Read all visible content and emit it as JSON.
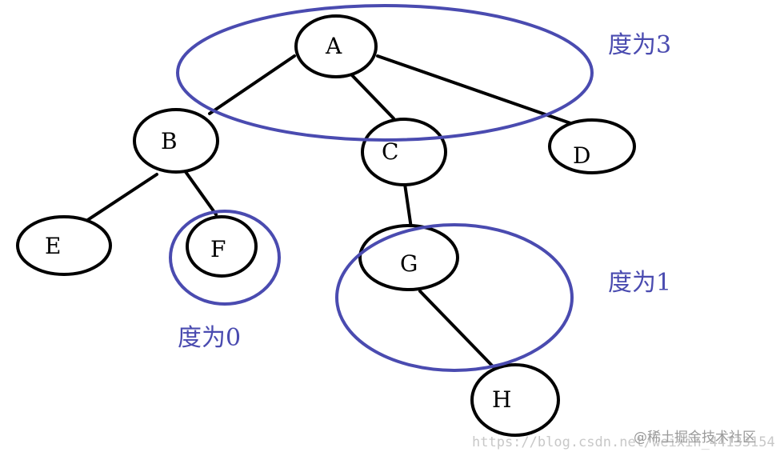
{
  "nodes": {
    "a": "A",
    "b": "B",
    "c": "C",
    "d": "D",
    "e": "E",
    "f": "F",
    "g": "G",
    "h": "H"
  },
  "annotations": {
    "degree3": "度为3",
    "degree1": "度为1",
    "degree0": "度为0"
  },
  "watermark": {
    "url": "https://blog.csdn.net/weixin_44133154",
    "brand": "@稀土掘金技术社区"
  },
  "colors": {
    "node_stroke": "#000000",
    "highlight": "#4a4bb0"
  }
}
